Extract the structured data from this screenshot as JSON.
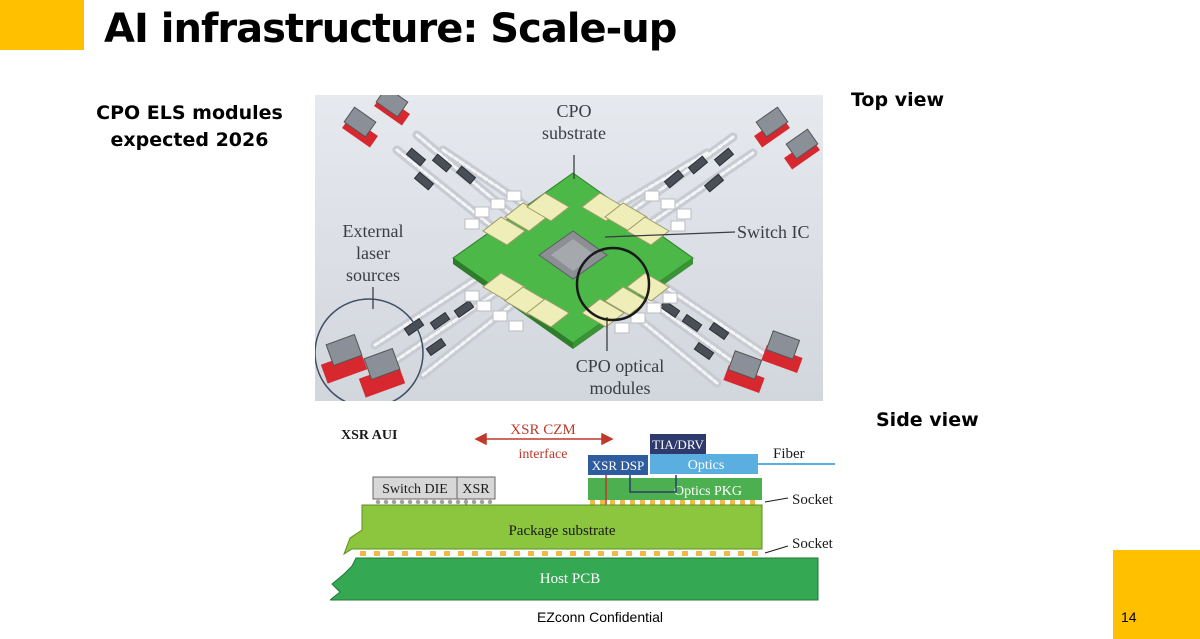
{
  "slide": {
    "title": "AI infrastructure: Scale-up",
    "note_line1": "CPO ELS modules",
    "note_line2": "expected 2026",
    "top_view_label": "Top view",
    "side_view_label": "Side view",
    "footer": "EZconn Confidential",
    "page_number": "14"
  },
  "top_diagram": {
    "cpo_substrate_line1": "CPO",
    "cpo_substrate_line2": "substrate",
    "switch_ic": "Switch IC",
    "els_line1": "External",
    "els_line2": "laser",
    "els_line3": "sources",
    "cpo_optical_line1": "CPO optical",
    "cpo_optical_line2": "modules"
  },
  "side_diagram": {
    "xsr_aui": "XSR AUI",
    "xsr_czm": "XSR CZM",
    "interface": "interface",
    "tia_drv": "TIA/DRV",
    "xsr_dsp": "XSR DSP",
    "optics": "Optics",
    "fiber": "Fiber",
    "switch_die": "Switch DIE",
    "xsr": "XSR",
    "optics_pkg": "Optics PKG",
    "socket_upper": "Socket",
    "package_substrate": "Package substrate",
    "socket_lower": "Socket",
    "host_pcb": "Host PCB"
  },
  "colors": {
    "accent": "#FFC000",
    "substrate_green": "#4cb848",
    "package_green": "#8cc63f",
    "pcb_green": "#34a853",
    "laser_red": "#d7282f",
    "xsr_blue": "#2e5d9f",
    "optics_blue": "#5aaee0",
    "tia_navy": "#2e3a6e",
    "interface_red": "#c0392b"
  }
}
